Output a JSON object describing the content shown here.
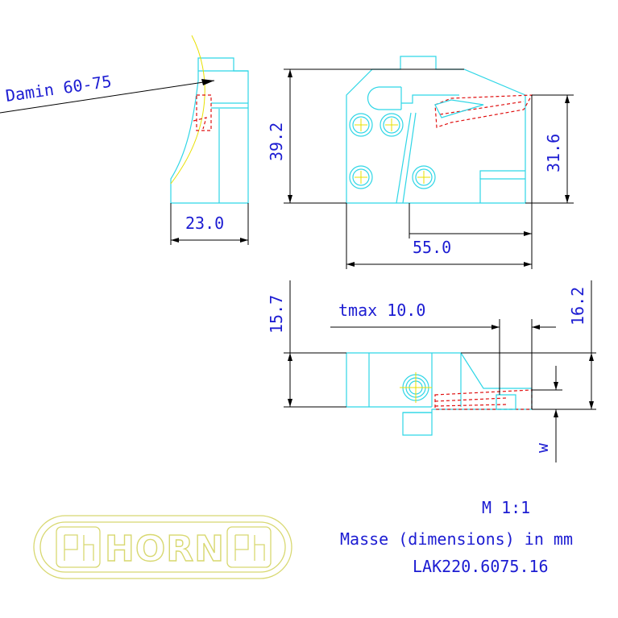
{
  "drawing": {
    "damin_label": "Damin 60-75",
    "dimensions": {
      "width_side": "23.0",
      "height_total": "39.2",
      "height_insert": "31.6",
      "length_55": "55.0",
      "height_15_7": "15.7",
      "tmax": "tmax 10.0",
      "height_16_2": "16.2",
      "w_label": "w"
    }
  },
  "info": {
    "scale": "M 1:1",
    "units_note": "Masse (dimensions) in mm",
    "part_number": "LAK220.6075.16"
  },
  "logo": {
    "text": "HORN"
  },
  "colors": {
    "part": "#2fd6e6",
    "dimension_text": "#1c1cd2",
    "hidden_insert": "#e01010",
    "centerline": "#e8e000",
    "logo": "#d8d870"
  }
}
